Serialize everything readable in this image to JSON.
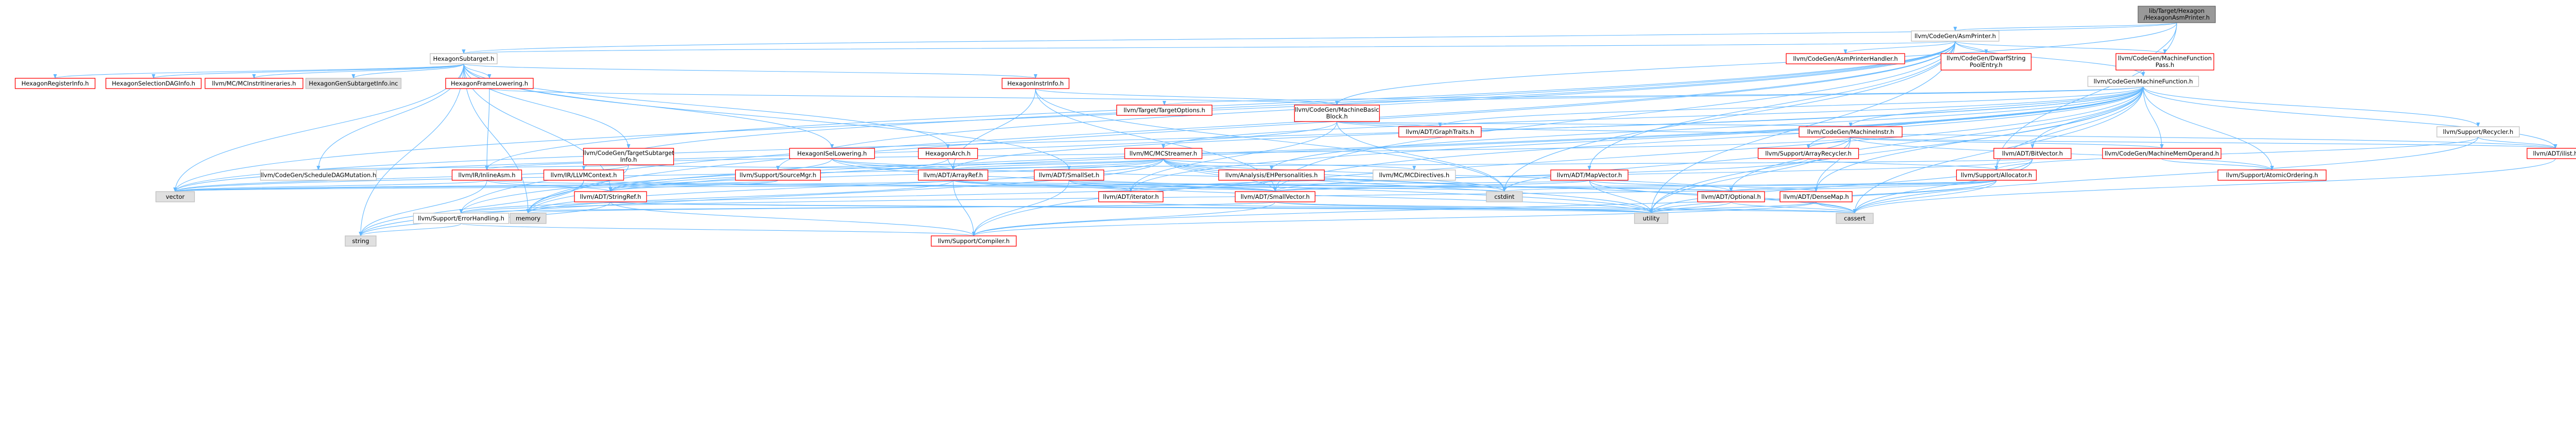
{
  "graph": {
    "colors": {
      "edge": "#63b8ff",
      "node_border_default": "#bfbfbf",
      "node_border_red": "#ff0000",
      "node_border_root": "#666666",
      "node_fill_default": "#ffffff",
      "node_fill_root": "#999999",
      "node_fill_external": "#e0e0e0",
      "text_red": "#cc0000",
      "text_black": "#000000"
    },
    "nodes": [
      {
        "id": "root",
        "label": "lib/Target/Hexagon/HexagonAsmPrinter.h",
        "lines": [
          "lib/Target/Hexagon",
          "/HexagonAsmPrinter.h"
        ],
        "style": "root"
      },
      {
        "id": "asmprinter",
        "label": "llvm/CodeGen/AsmPrinter.h",
        "lines": [
          "llvm/CodeGen/AsmPrinter.h"
        ],
        "style": "normal"
      },
      {
        "id": "hexsubtarget",
        "label": "HexagonSubtarget.h",
        "lines": [
          "HexagonSubtarget.h"
        ],
        "style": "normal"
      },
      {
        "id": "asmprinterhandler",
        "label": "llvm/CodeGen/AsmPrinterHandler.h",
        "lines": [
          "llvm/CodeGen/AsmPrinterHandler.h"
        ],
        "style": "red"
      },
      {
        "id": "dwarfstring",
        "label": "llvm/CodeGen/DwarfString PoolEntry.h",
        "lines": [
          "llvm/CodeGen/DwarfString",
          "PoolEntry.h"
        ],
        "style": "red"
      },
      {
        "id": "mfpass",
        "label": "llvm/CodeGen/MachineFunction Pass.h",
        "lines": [
          "llvm/CodeGen/MachineFunction",
          "Pass.h"
        ],
        "style": "red"
      },
      {
        "id": "mfunction",
        "label": "llvm/CodeGen/MachineFunction.h",
        "lines": [
          "llvm/CodeGen/MachineFunction.h"
        ],
        "style": "normal"
      },
      {
        "id": "hexregisterinfo",
        "label": "HexagonRegisterInfo.h",
        "lines": [
          "HexagonRegisterInfo.h"
        ],
        "style": "red"
      },
      {
        "id": "hexselectiondag",
        "label": "HexagonSelectionDAGInfo.h",
        "lines": [
          "HexagonSelectionDAGInfo.h"
        ],
        "style": "red"
      },
      {
        "id": "mcinstrinfo",
        "label": "llvm/MC/MCInstrItineraries.h",
        "lines": [
          "llvm/MC/MCInstrItineraries.h"
        ],
        "style": "red"
      },
      {
        "id": "hexgensubtarget",
        "label": "HexagonGenSubtargetInfo.inc",
        "lines": [
          "HexagonGenSubtargetInfo.inc"
        ],
        "style": "external"
      },
      {
        "id": "hexframelowering",
        "label": "HexagonFrameLowering.h",
        "lines": [
          "HexagonFrameLowering.h"
        ],
        "style": "red"
      },
      {
        "id": "hexinstrinfo",
        "label": "HexagonInstrInfo.h",
        "lines": [
          "HexagonInstrInfo.h"
        ],
        "style": "red"
      },
      {
        "id": "targetoptions",
        "label": "llvm/Target/TargetOptions.h",
        "lines": [
          "llvm/Target/TargetOptions.h"
        ],
        "style": "red"
      },
      {
        "id": "mbb",
        "label": "llvm/CodeGen/MachineBasic Block.h",
        "lines": [
          "llvm/CodeGen/MachineBasic",
          "Block.h"
        ],
        "style": "red"
      },
      {
        "id": "graphtraits",
        "label": "llvm/ADT/GraphTraits.h",
        "lines": [
          "llvm/ADT/GraphTraits.h"
        ],
        "style": "red"
      },
      {
        "id": "minstr",
        "label": "llvm/CodeGen/MachineInstr.h",
        "lines": [
          "llvm/CodeGen/MachineInstr.h"
        ],
        "style": "red"
      },
      {
        "id": "supportrecycler",
        "label": "llvm/Support/Recycler.h",
        "lines": [
          "llvm/Support/Recycler.h"
        ],
        "style": "normal"
      },
      {
        "id": "tsubtargetinfo",
        "label": "llvm/CodeGen/TargetSubtarget Info.h",
        "lines": [
          "llvm/CodeGen/TargetSubtarget",
          "Info.h"
        ],
        "style": "red"
      },
      {
        "id": "hexisellowering",
        "label": "HexagonISelLowering.h",
        "lines": [
          "HexagonISelLowering.h"
        ],
        "style": "red"
      },
      {
        "id": "hexagonarch",
        "label": "HexagonArch.h",
        "lines": [
          "HexagonArch.h"
        ],
        "style": "red"
      },
      {
        "id": "mcstreamer",
        "label": "llvm/MC/MCStreamer.h",
        "lines": [
          "llvm/MC/MCStreamer.h"
        ],
        "style": "red"
      },
      {
        "id": "arrayrecycler",
        "label": "llvm/Support/ArrayRecycler.h",
        "lines": [
          "llvm/Support/ArrayRecycler.h"
        ],
        "style": "red"
      },
      {
        "id": "bitvector",
        "label": "llvm/ADT/BitVector.h",
        "lines": [
          "llvm/ADT/BitVector.h"
        ],
        "style": "red"
      },
      {
        "id": "ilist",
        "label": "llvm/ADT/ilist.h",
        "lines": [
          "llvm/ADT/ilist.h"
        ],
        "style": "red"
      },
      {
        "id": "mmo",
        "label": "llvm/CodeGen/MachineMemOperand.h",
        "lines": [
          "llvm/CodeGen/MachineMemOperand.h"
        ],
        "style": "red"
      },
      {
        "id": "atomicordering",
        "label": "llvm/Support/AtomicOrdering.h",
        "lines": [
          "llvm/Support/AtomicOrdering.h"
        ],
        "style": "red"
      },
      {
        "id": "schedule",
        "label": "llvm/CodeGen/ScheduleDAGMutation.h",
        "lines": [
          "llvm/CodeGen/ScheduleDAGMutation.h"
        ],
        "style": "normal"
      },
      {
        "id": "inlineasm",
        "label": "llvm/IR/InlineAsm.h",
        "lines": [
          "llvm/IR/InlineAsm.h"
        ],
        "style": "red"
      },
      {
        "id": "llvmcontext",
        "label": "llvm/IR/LLVMContext.h",
        "lines": [
          "llvm/IR/LLVMContext.h"
        ],
        "style": "red"
      },
      {
        "id": "sourcemgr",
        "label": "llvm/Support/SourceMgr.h",
        "lines": [
          "llvm/Support/SourceMgr.h"
        ],
        "style": "red"
      },
      {
        "id": "arrayref",
        "label": "llvm/ADT/ArrayRef.h",
        "lines": [
          "llvm/ADT/ArrayRef.h"
        ],
        "style": "red"
      },
      {
        "id": "smallset",
        "label": "llvm/ADT/SmallSet.h",
        "lines": [
          "llvm/ADT/SmallSet.h"
        ],
        "style": "red"
      },
      {
        "id": "ehpersonalities",
        "label": "llvm/Analysis/EHPersonalities.h",
        "lines": [
          "llvm/Analysis/EHPersonalities.h"
        ],
        "style": "red"
      },
      {
        "id": "mcdirectives",
        "label": "llvm/MC/MCDirectives.h",
        "lines": [
          "llvm/MC/MCDirectives.h"
        ],
        "style": "normal"
      },
      {
        "id": "mapvector",
        "label": "llvm/ADT/MapVector.h",
        "lines": [
          "llvm/ADT/MapVector.h"
        ],
        "style": "red"
      },
      {
        "id": "allocator",
        "label": "llvm/Support/Allocator.h",
        "lines": [
          "llvm/Support/Allocator.h"
        ],
        "style": "red"
      },
      {
        "id": "vector",
        "label": "vector",
        "lines": [
          "vector"
        ],
        "style": "external"
      },
      {
        "id": "stringref",
        "label": "llvm/ADT/StringRef.h",
        "lines": [
          "llvm/ADT/StringRef.h"
        ],
        "style": "red"
      },
      {
        "id": "iterator",
        "label": "llvm/ADT/iterator.h",
        "lines": [
          "llvm/ADT/iterator.h"
        ],
        "style": "red"
      },
      {
        "id": "smallvector",
        "label": "llvm/ADT/SmallVector.h",
        "lines": [
          "llvm/ADT/SmallVector.h"
        ],
        "style": "red"
      },
      {
        "id": "cstdint",
        "label": "cstdint",
        "lines": [
          "cstdint"
        ],
        "style": "external"
      },
      {
        "id": "optional",
        "label": "llvm/ADT/Optional.h",
        "lines": [
          "llvm/ADT/Optional.h"
        ],
        "style": "red"
      },
      {
        "id": "densemap",
        "label": "llvm/ADT/DenseMap.h",
        "lines": [
          "llvm/ADT/DenseMap.h"
        ],
        "style": "red"
      },
      {
        "id": "errorhandling",
        "label": "llvm/Support/ErrorHandling.h",
        "lines": [
          "llvm/Support/ErrorHandling.h"
        ],
        "style": "normal"
      },
      {
        "id": "memory",
        "label": "memory",
        "lines": [
          "memory"
        ],
        "style": "external"
      },
      {
        "id": "cassert",
        "label": "cassert",
        "lines": [
          "cassert"
        ],
        "style": "external"
      },
      {
        "id": "utility",
        "label": "utility",
        "lines": [
          "utility"
        ],
        "style": "external"
      },
      {
        "id": "string",
        "label": "string",
        "lines": [
          "string"
        ],
        "style": "external"
      },
      {
        "id": "compiler",
        "label": "llvm/Support/Compiler.h",
        "lines": [
          "llvm/Support/Compiler.h"
        ],
        "style": "red"
      }
    ],
    "edges": [
      [
        "root",
        "asmprinter"
      ],
      [
        "root",
        "hexsubtarget"
      ],
      [
        "root",
        "mfunction"
      ],
      [
        "root",
        "mbb"
      ],
      [
        "root",
        "allocator"
      ],
      [
        "asmprinter",
        "hexsubtarget"
      ],
      [
        "asmprinter",
        "asmprinterhandler"
      ],
      [
        "asmprinter",
        "dwarfstring"
      ],
      [
        "asmprinter",
        "mfpass"
      ],
      [
        "asmprinter",
        "mfunction"
      ],
      [
        "asmprinter",
        "inlineasm"
      ],
      [
        "asmprinter",
        "llvmcontext"
      ],
      [
        "asmprinter",
        "sourcemgr"
      ],
      [
        "asmprinter",
        "mapvector"
      ],
      [
        "asmprinter",
        "smallvector"
      ],
      [
        "asmprinter",
        "cstdint"
      ],
      [
        "asmprinter",
        "memory"
      ],
      [
        "asmprinter",
        "utility"
      ],
      [
        "asmprinter",
        "vector"
      ],
      [
        "asmprinter",
        "errorhandling"
      ],
      [
        "hexsubtarget",
        "hexregisterinfo"
      ],
      [
        "hexsubtarget",
        "hexselectiondag"
      ],
      [
        "hexsubtarget",
        "mcinstrinfo"
      ],
      [
        "hexsubtarget",
        "hexgensubtarget"
      ],
      [
        "hexsubtarget",
        "hexframelowering"
      ],
      [
        "hexsubtarget",
        "hexinstrinfo"
      ],
      [
        "hexsubtarget",
        "tsubtargetinfo"
      ],
      [
        "hexsubtarget",
        "hexisellowering"
      ],
      [
        "hexsubtarget",
        "hexagonarch"
      ],
      [
        "hexsubtarget",
        "schedule"
      ],
      [
        "hexsubtarget",
        "smallset"
      ],
      [
        "hexsubtarget",
        "stringref"
      ],
      [
        "hexsubtarget",
        "memory"
      ],
      [
        "hexsubtarget",
        "string"
      ],
      [
        "hexsubtarget",
        "vector"
      ],
      [
        "hexframelowering",
        "mbb"
      ],
      [
        "hexframelowering",
        "inlineasm"
      ],
      [
        "hexinstrinfo",
        "mbb"
      ],
      [
        "hexinstrinfo",
        "arrayref"
      ],
      [
        "hexinstrinfo",
        "smallvector"
      ],
      [
        "hexinstrinfo",
        "cstdint"
      ],
      [
        "mfunction",
        "targetoptions"
      ],
      [
        "mfunction",
        "mbb"
      ],
      [
        "mfunction",
        "graphtraits"
      ],
      [
        "mfunction",
        "minstr"
      ],
      [
        "mfunction",
        "supportrecycler"
      ],
      [
        "mfunction",
        "mcstreamer"
      ],
      [
        "mfunction",
        "arrayrecycler"
      ],
      [
        "mfunction",
        "bitvector"
      ],
      [
        "mfunction",
        "ilist"
      ],
      [
        "mfunction",
        "mmo"
      ],
      [
        "mfunction",
        "atomicordering"
      ],
      [
        "mfunction",
        "ehpersonalities"
      ],
      [
        "mfunction",
        "allocator"
      ],
      [
        "mfunction",
        "arrayref"
      ],
      [
        "mfunction",
        "iterator"
      ],
      [
        "mfunction",
        "smallvector"
      ],
      [
        "mfunction",
        "optional"
      ],
      [
        "mfunction",
        "densemap"
      ],
      [
        "mfunction",
        "errorhandling"
      ],
      [
        "mfunction",
        "memory"
      ],
      [
        "mfunction",
        "cassert"
      ],
      [
        "mfunction",
        "utility"
      ],
      [
        "mfunction",
        "vector"
      ],
      [
        "mfunction",
        "compiler"
      ],
      [
        "mbb",
        "graphtraits"
      ],
      [
        "mbb",
        "minstr"
      ],
      [
        "mbb",
        "ilist"
      ],
      [
        "mbb",
        "iterator"
      ],
      [
        "mbb",
        "cstdint"
      ],
      [
        "mbb",
        "vector"
      ],
      [
        "minstr",
        "arrayrecycler"
      ],
      [
        "minstr",
        "mmo"
      ],
      [
        "minstr",
        "atomicordering"
      ],
      [
        "minstr",
        "inlineasm"
      ],
      [
        "minstr",
        "ilist"
      ],
      [
        "minstr",
        "densemap"
      ],
      [
        "minstr",
        "cstdint"
      ],
      [
        "minstr",
        "utility"
      ],
      [
        "supportrecycler",
        "ilist"
      ],
      [
        "supportrecycler",
        "allocator"
      ],
      [
        "supportrecycler",
        "cassert"
      ],
      [
        "tsubtargetinfo",
        "schedule"
      ],
      [
        "tsubtargetinfo",
        "arrayref"
      ],
      [
        "tsubtargetinfo",
        "memory"
      ],
      [
        "tsubtargetinfo",
        "vector"
      ],
      [
        "hexisellowering",
        "arrayref"
      ],
      [
        "hexisellowering",
        "stringref"
      ],
      [
        "hexisellowering",
        "utility"
      ],
      [
        "hexisellowering",
        "cstdint"
      ],
      [
        "hexagonarch",
        "arrayref"
      ],
      [
        "hexagonarch",
        "stringref"
      ],
      [
        "mcstreamer",
        "arrayref"
      ],
      [
        "mcstreamer",
        "smallvector"
      ],
      [
        "mcstreamer",
        "stringref"
      ],
      [
        "mcstreamer",
        "mcdirectives"
      ],
      [
        "mcstreamer",
        "optional"
      ],
      [
        "mcstreamer",
        "sourcemgr"
      ],
      [
        "mcstreamer",
        "cassert"
      ],
      [
        "mcstreamer",
        "cstdint"
      ],
      [
        "mcstreamer",
        "memory"
      ],
      [
        "mcstreamer",
        "string"
      ],
      [
        "mcstreamer",
        "utility"
      ],
      [
        "mcstreamer",
        "vector"
      ],
      [
        "arrayrecycler",
        "allocator"
      ],
      [
        "arrayrecycler",
        "smallvector"
      ],
      [
        "bitvector",
        "arrayref"
      ],
      [
        "bitvector",
        "iterator"
      ],
      [
        "bitvector",
        "cassert"
      ],
      [
        "bitvector",
        "utility"
      ],
      [
        "ilist",
        "cassert"
      ],
      [
        "mmo",
        "atomicordering"
      ],
      [
        "inlineasm",
        "stringref"
      ],
      [
        "inlineasm",
        "smallvector"
      ],
      [
        "inlineasm",
        "string"
      ],
      [
        "inlineasm",
        "vector"
      ],
      [
        "llvmcontext",
        "memory"
      ],
      [
        "llvmcontext",
        "string"
      ],
      [
        "llvmcontext",
        "cstdint"
      ],
      [
        "sourcemgr",
        "stringref"
      ],
      [
        "sourcemgr",
        "vector"
      ],
      [
        "arrayref",
        "smallvector"
      ],
      [
        "arrayref",
        "compiler"
      ],
      [
        "arrayref",
        "iterator"
      ],
      [
        "arrayref",
        "optional"
      ],
      [
        "arrayref",
        "vector"
      ],
      [
        "arrayref",
        "memory"
      ],
      [
        "smallset",
        "smallvector"
      ],
      [
        "smallset",
        "optional"
      ],
      [
        "smallset",
        "iterator"
      ],
      [
        "smallset",
        "compiler"
      ],
      [
        "smallset",
        "utility"
      ],
      [
        "ehpersonalities",
        "errorhandling"
      ],
      [
        "mapvector",
        "smallvector"
      ],
      [
        "mapvector",
        "densemap"
      ],
      [
        "mapvector",
        "cassert"
      ],
      [
        "mapvector",
        "utility"
      ],
      [
        "mapvector",
        "vector"
      ],
      [
        "allocator",
        "optional"
      ],
      [
        "allocator",
        "smallvector"
      ],
      [
        "allocator",
        "compiler"
      ],
      [
        "allocator",
        "cassert"
      ],
      [
        "allocator",
        "utility"
      ],
      [
        "allocator",
        "errorhandling"
      ],
      [
        "allocator",
        "cstdint"
      ],
      [
        "stringref",
        "compiler"
      ],
      [
        "stringref",
        "string"
      ],
      [
        "stringref",
        "utility"
      ],
      [
        "stringref",
        "cassert"
      ],
      [
        "iterator",
        "utility"
      ],
      [
        "smallvector",
        "compiler"
      ],
      [
        "smallvector",
        "errorhandling"
      ],
      [
        "smallvector",
        "cassert"
      ],
      [
        "smallvector",
        "memory"
      ],
      [
        "smallvector",
        "utility"
      ],
      [
        "optional",
        "utility"
      ],
      [
        "optional",
        "cassert"
      ],
      [
        "densemap",
        "compiler"
      ],
      [
        "densemap",
        "cassert"
      ],
      [
        "densemap",
        "utility"
      ],
      [
        "errorhandling",
        "compiler"
      ],
      [
        "errorhandling",
        "string"
      ]
    ]
  }
}
